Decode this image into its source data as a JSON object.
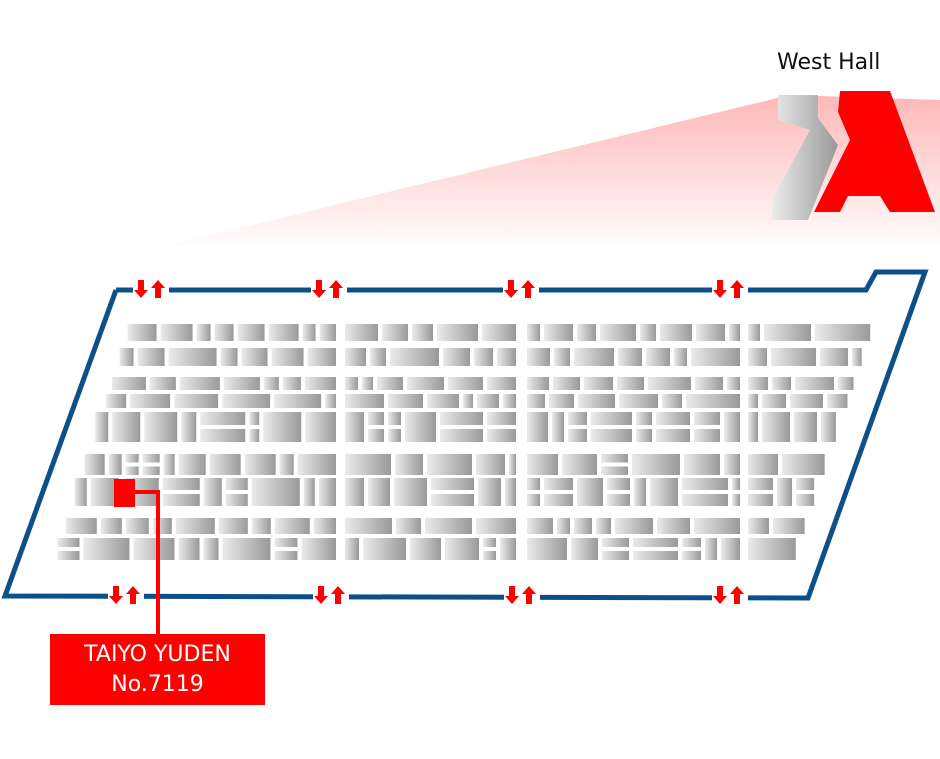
{
  "hall": {
    "name": "West Hall"
  },
  "exhibitor": {
    "name": "TAIYO YUDEN",
    "booth": "No.7119"
  },
  "colors": {
    "accent": "#ff0000",
    "outline": "#0b5089",
    "booth_light": "#e6e6e6",
    "booth_dark": "#9a9a9a"
  },
  "icons": {
    "escalator": "escalator-arrows-icon"
  }
}
